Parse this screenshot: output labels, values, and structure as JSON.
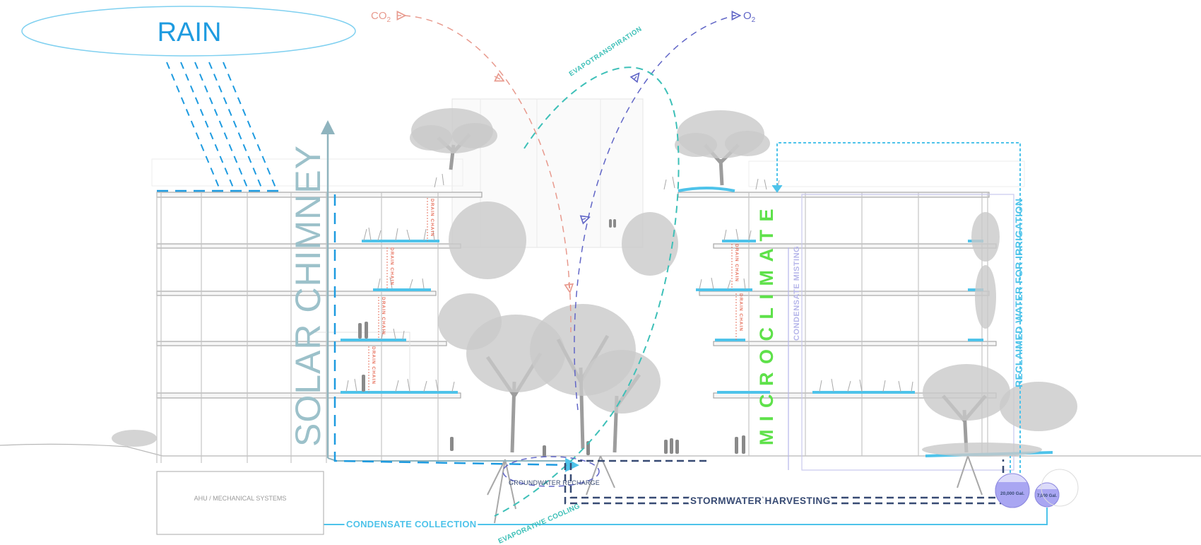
{
  "labels": {
    "rain": "RAIN",
    "co2": "CO",
    "co2_sub": "2",
    "o2": "O",
    "o2_sub": "2",
    "evapotranspiration": "EVAPOTRANSPIRATION",
    "solar_chimney": "SOLAR CHIMNEY",
    "microclimate": "MICROCLIMATE",
    "condensate_misting": "CONDENSATE MISTING",
    "reclaimed_water": "RECLAIMED WATER FOR IRRIGATION",
    "drain_chain": "DRAIN CHAIN",
    "groundwater_recharge": "GROUNDWATER RECHARGE",
    "stormwater_harvesting": "STORMWATER HARVESTING",
    "condensate_collection": "CONDENSATE COLLECTION",
    "evaporative_cooling": "EVAPORATIVE COOLING",
    "ahu": "AHU / MECHANICAL SYSTEMS",
    "tank_large": "20,000 Gal.",
    "tank_small": "7,000 Gal."
  },
  "colors": {
    "rain_blue": "#1e9be0",
    "light_blue": "#4ec3ea",
    "solar_chimney_gray": "#9cc1ca",
    "co2_red": "#e89a8e",
    "o2_purple": "#6166c7",
    "evapotranspiration_teal": "#3ec0b8",
    "microclimate_green": "#5ee14a",
    "misting_lavender": "#b6b6ea",
    "stormwater_navy": "#374a73",
    "drain_chain_red": "#e7735f",
    "tank_purple": "#a9a6f2"
  }
}
